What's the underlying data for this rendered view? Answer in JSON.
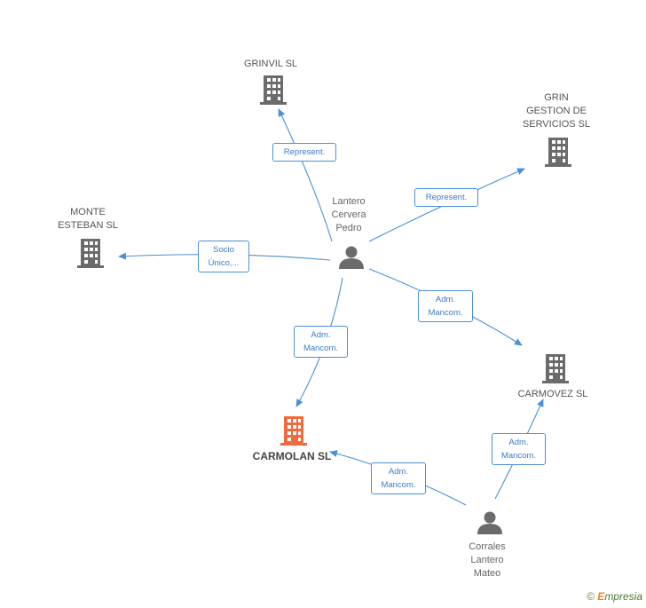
{
  "companies": {
    "grinvil": {
      "label": "GRINVIL SL"
    },
    "grin": {
      "label": "GRIN\nGESTION DE\nSERVICIOS SL"
    },
    "monte": {
      "label": "MONTE\nESTEBAN SL"
    },
    "carmovez": {
      "label": "CARMOVEZ SL"
    },
    "carmolan": {
      "label": "CARMOLAN SL"
    }
  },
  "persons": {
    "lantero": {
      "line1": "Lantero",
      "line2": "Cervera",
      "line3": "Pedro"
    },
    "corrales": {
      "line1": "Corrales",
      "line2": "Lantero",
      "line3": "Mateo"
    }
  },
  "edges": {
    "e1": {
      "line1": "Represent.",
      "line2": ""
    },
    "e2": {
      "line1": "Represent.",
      "line2": ""
    },
    "e3": {
      "line1": "Socio",
      "line2": "Único,..."
    },
    "e4": {
      "line1": "Adm.",
      "line2": "Mancom."
    },
    "e5": {
      "line1": "Adm.",
      "line2": "Mancom."
    },
    "e6": {
      "line1": "Adm.",
      "line2": "Mancom."
    },
    "e7": {
      "line1": "Adm.",
      "line2": "Mancom."
    }
  },
  "colors": {
    "edge": "#4a90d9",
    "company": "#6b6b6b",
    "main_company": "#f06a3c",
    "person": "#6b6b6b"
  },
  "footer": {
    "copyright": "©",
    "e_letter": "E",
    "brand": "mpresia"
  }
}
